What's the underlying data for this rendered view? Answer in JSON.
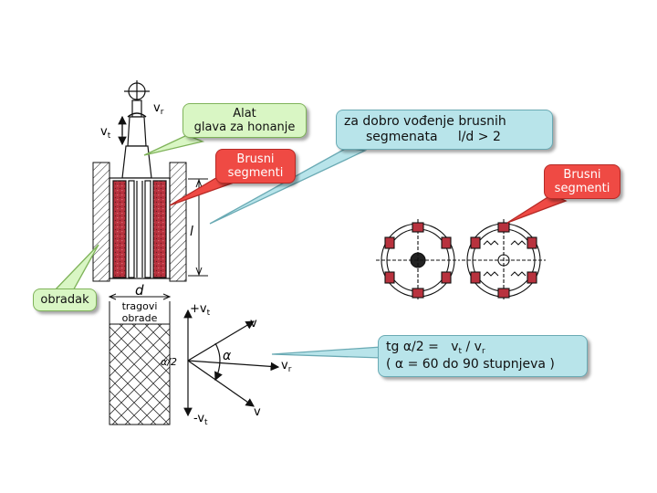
{
  "callouts": {
    "alat_line1": "Alat",
    "alat_line2": "glava za honanje",
    "brusni_left_line1": "Brusni",
    "brusni_left_line2": "segmenti",
    "brusni_right_line1": "Brusni",
    "brusni_right_line2": "segmenti",
    "vodjenje_line1": "za dobro vođenje brusnih",
    "vodjenje_line2": "segmenata     l/d > 2",
    "obradak": "obradak",
    "formula_line1_a": "tg α/2 =   v",
    "formula_line1_sub1": "t",
    "formula_line1_b": " / v",
    "formula_line1_sub2": "r",
    "formula_line2": "( α = 60 do 90 stupnjeva )"
  },
  "labels": {
    "v_letter": "v",
    "t_sub": "t",
    "r_sub": "r",
    "l": "l",
    "d": "d",
    "tragovi_line1": "tragovi",
    "tragovi_line2": "obrade",
    "plus_v": "+v",
    "minus_v": "-v",
    "v_upper": "v",
    "v_lower": "v",
    "alpha": "α",
    "alpha_half": "α/2"
  },
  "colors": {
    "green_fill": "#d9f6c4",
    "red_fill": "#ef4a44",
    "cyan_fill": "#b8e4ea",
    "segment_red": "#b8323e"
  }
}
